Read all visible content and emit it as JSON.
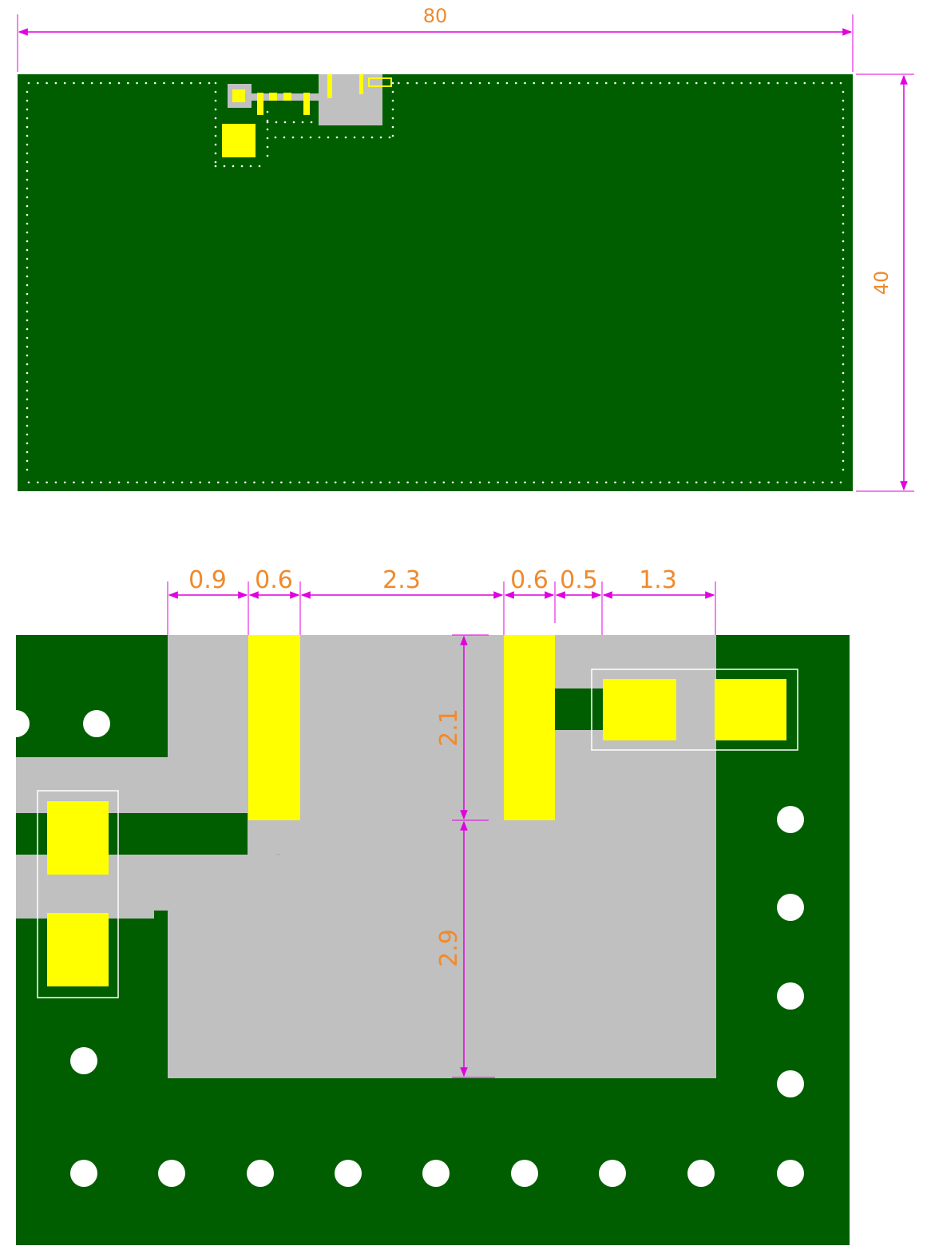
{
  "colors": {
    "board": "#005e00",
    "copper": "#c0c0c0",
    "pad": "#ffff00",
    "via": "#ffffff",
    "dimension_line": "#e000e0",
    "dimension_text": "#f08a2a",
    "outline": "#ffffff"
  },
  "overview": {
    "width_label": "80",
    "height_label": "40"
  },
  "detail": {
    "widths": [
      {
        "id": "gap-0-9",
        "label": "0.9"
      },
      {
        "id": "pad-0-6-left",
        "label": "0.6"
      },
      {
        "id": "gap-2-3",
        "label": "2.3"
      },
      {
        "id": "pad-0-6-right",
        "label": "0.6"
      },
      {
        "id": "gap-0-5",
        "label": "0.5"
      },
      {
        "id": "span-1-3",
        "label": "1.3"
      }
    ],
    "heights": [
      {
        "id": "pad-height-2-1",
        "label": "2.1"
      },
      {
        "id": "copper-height-2-9",
        "label": "2.9"
      }
    ]
  }
}
